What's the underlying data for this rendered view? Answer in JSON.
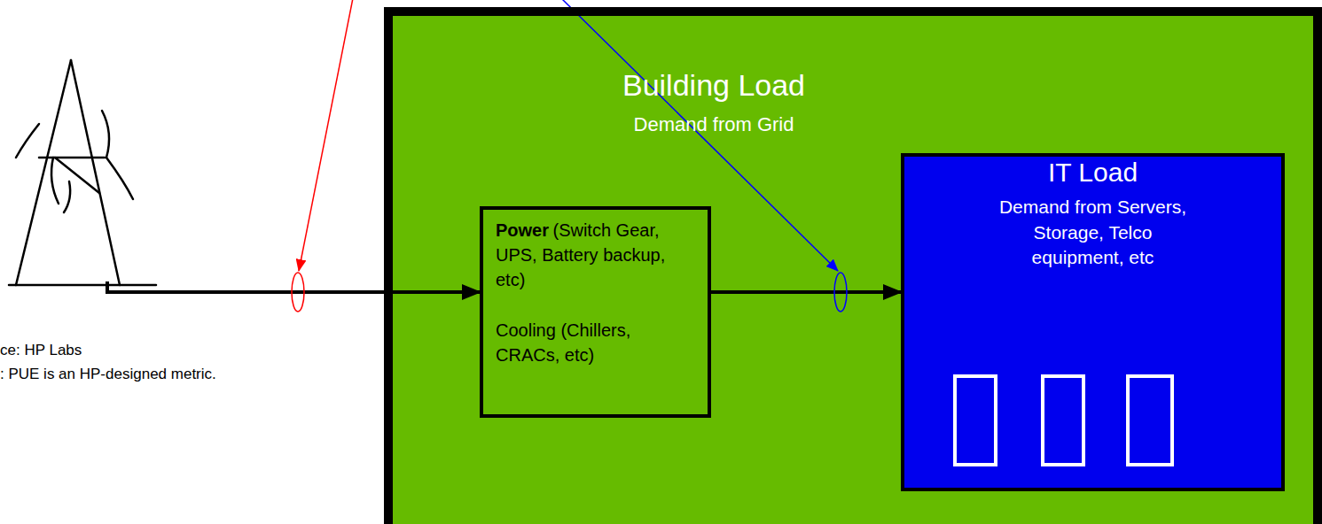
{
  "diagram": {
    "nodes": [
      {
        "text": [
          "Building Load",
          "Demand from Grid"
        ]
      },
      {
        "text": [
          "Power",
          "(Switch Gear, UPS, Battery backup, etc)",
          "Cooling (Chillers, CRACs, etc)"
        ],
        "in": 0
      },
      {
        "text": [
          "IT Load",
          "Demand from Servers, Storage, Telco equipment, etc"
        ],
        "in": 0
      }
    ],
    "edges": [
      {
        "from": 1,
        "to": 2,
        "arrow": "to"
      }
    ],
    "labels": [
      "ce: HP Labs",
      ": PUE is an HP-designed metric."
    ]
  }
}
